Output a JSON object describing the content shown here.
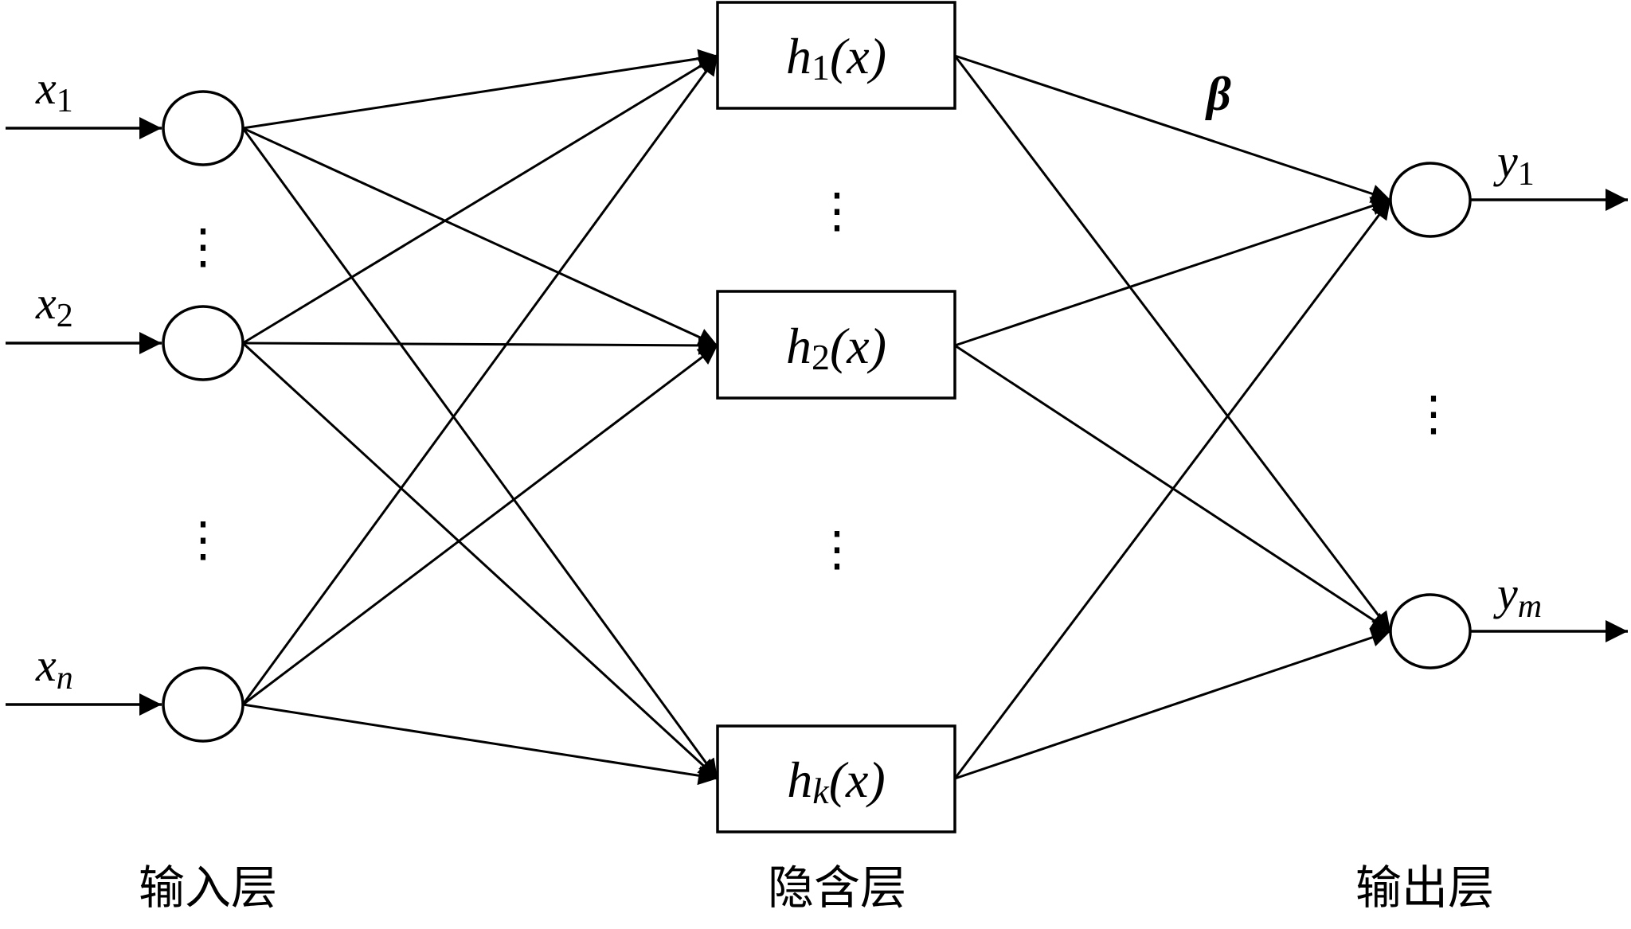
{
  "inputs": [
    {
      "base": "x",
      "sub": "1"
    },
    {
      "base": "x",
      "sub": "2"
    },
    {
      "base": "x",
      "sub": "n"
    }
  ],
  "hidden": [
    {
      "base": "h",
      "sub": "1",
      "arg": "(x)"
    },
    {
      "base": "h",
      "sub": "2",
      "arg": "(x)"
    },
    {
      "base": "h",
      "sub": "k",
      "arg": "(x)"
    }
  ],
  "outputs": [
    {
      "base": "y",
      "sub": "1"
    },
    {
      "base": "y",
      "sub": "m"
    }
  ],
  "weight_label": "β",
  "layer_labels": {
    "input": "输入层",
    "hidden": "隐含层",
    "output": "输出层"
  },
  "ellipsis": "⋮"
}
